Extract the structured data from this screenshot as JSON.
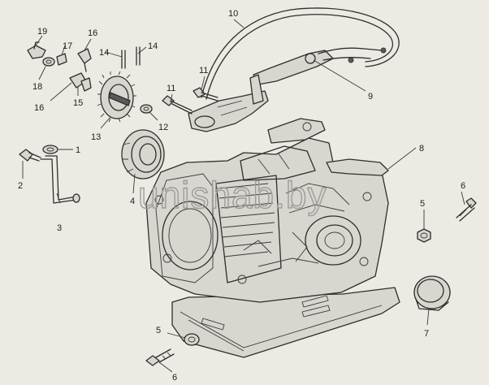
{
  "diagram": {
    "callouts": [
      {
        "id": "c1",
        "text": "1"
      },
      {
        "id": "c2",
        "text": "2"
      },
      {
        "id": "c3",
        "text": "3"
      },
      {
        "id": "c4",
        "text": "4"
      },
      {
        "id": "c5a",
        "text": "5"
      },
      {
        "id": "c5b",
        "text": "5"
      },
      {
        "id": "c6a",
        "text": "6"
      },
      {
        "id": "c6b",
        "text": "6"
      },
      {
        "id": "c7",
        "text": "7"
      },
      {
        "id": "c8",
        "text": "8"
      },
      {
        "id": "c9",
        "text": "9"
      },
      {
        "id": "c10",
        "text": "10"
      },
      {
        "id": "c11a",
        "text": "11"
      },
      {
        "id": "c11b",
        "text": "11"
      },
      {
        "id": "c12",
        "text": "12"
      },
      {
        "id": "c13",
        "text": "13"
      },
      {
        "id": "c14a",
        "text": "14"
      },
      {
        "id": "c14b",
        "text": "14"
      },
      {
        "id": "c15",
        "text": "15"
      },
      {
        "id": "c16a",
        "text": "16"
      },
      {
        "id": "c16b",
        "text": "16"
      },
      {
        "id": "c17",
        "text": "17"
      },
      {
        "id": "c18",
        "text": "18"
      },
      {
        "id": "c19",
        "text": "19"
      }
    ],
    "watermark": "unishab.by"
  }
}
